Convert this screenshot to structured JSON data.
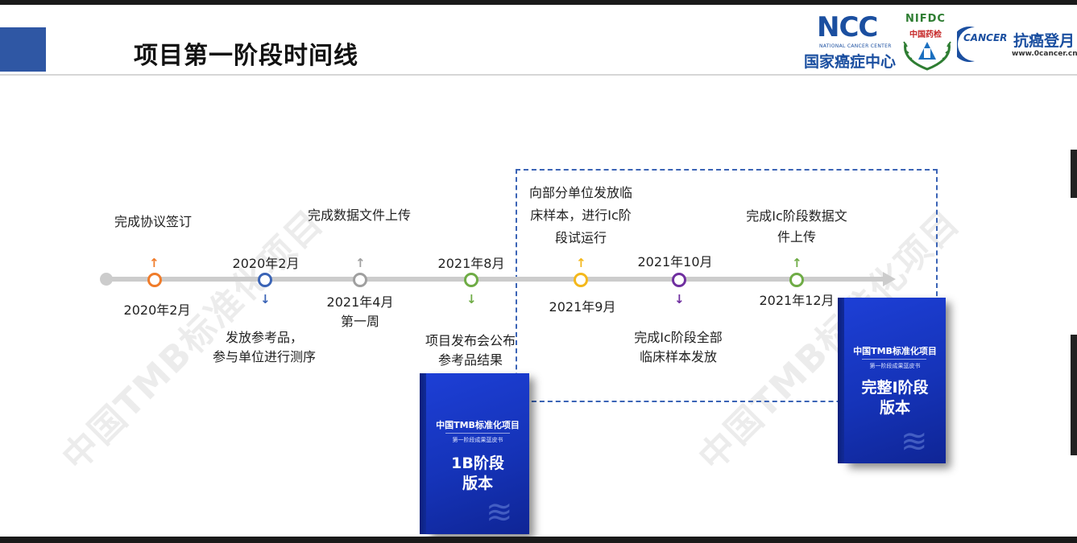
{
  "header": {
    "title": "项目第一阶段时间线"
  },
  "logos": {
    "ncc_big": "NCC",
    "ncc_sub": "NATIONAL CANCER CENTER",
    "ncc_cn": "国家癌症中心",
    "nifdc": "NIFDC",
    "nifdc_cn": "中国药检",
    "cancer_word": "CANCER",
    "cancer_cn": "抗癌登月",
    "cancer_url": "www.0cancer.cn"
  },
  "watermark": "中国TMB标准化项目",
  "timeline": {
    "events": [
      {
        "date": "2020年2月",
        "desc": "完成协议签订",
        "color": "#f07c2a"
      },
      {
        "date": "2020年2月",
        "desc": "发放参考品，\n参与单位进行测序",
        "color": "#3b64b6"
      },
      {
        "date": "2021年4月\n第一周",
        "desc": "完成数据文件上传",
        "color": "#a0a0a0"
      },
      {
        "date": "2021年8月",
        "desc": "项目发布会公布\n参考品结果",
        "color": "#6fac46"
      },
      {
        "date": "2021年9月",
        "desc": "向部分单位发放临\n床样本，进行Ic阶\n段试运行",
        "color": "#f4b81c"
      },
      {
        "date": "2021年10月",
        "desc": "完成Ic阶段全部\n临床样本发放",
        "color": "#7030a0"
      },
      {
        "date": "2021年12月",
        "desc": "完成Ic阶段数据文\n件上传",
        "color": "#6fac46"
      }
    ]
  },
  "books": [
    {
      "title": "中国TMB标准化项目",
      "subtitle": "第一阶段成果蓝皮书",
      "version": "1B阶段\n版本"
    },
    {
      "title": "中国TMB标准化项目",
      "subtitle": "第一阶段成果蓝皮书",
      "version": "完整I阶段\n版本"
    }
  ],
  "colors": {
    "accent_blue": "#2f57a4",
    "dashed_box": "#3b64b6",
    "book_blue": "#1d3fd6"
  }
}
